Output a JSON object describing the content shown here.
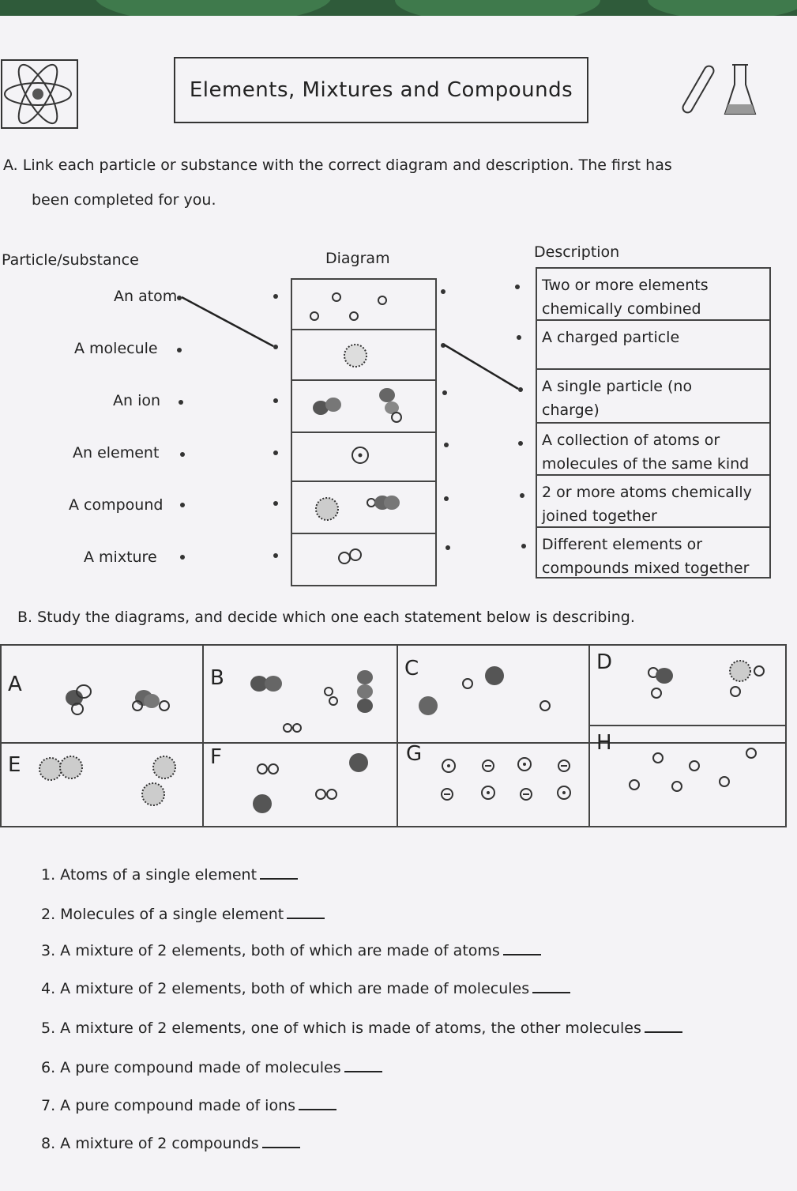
{
  "title": "Elements, Mixtures and Compounds",
  "section_a": {
    "instruction_line1": "A. Link each particle or substance with the correct diagram and description. The first has",
    "instruction_line2": "been completed for you.",
    "col_particle": "Particle/substance",
    "col_diagram": "Diagram",
    "col_description": "Description",
    "particles": [
      "An atom",
      "A molecule",
      "An ion",
      "An element",
      "A compound",
      "A mixture"
    ],
    "descriptions": [
      [
        "Two or more elements",
        "chemically combined"
      ],
      [
        "A charged particle",
        ""
      ],
      [
        "A single particle (no",
        "charge)"
      ],
      [
        "A collection of atoms or",
        "molecules of the same kind"
      ],
      [
        "2 or more atoms chemically",
        "joined together"
      ],
      [
        "Different elements or",
        "compounds mixed together"
      ]
    ]
  },
  "section_b": {
    "instruction": "B. Study the diagrams, and decide which one each statement below is describing.",
    "letters": [
      "A",
      "B",
      "C",
      "D",
      "E",
      "F",
      "G",
      "H"
    ]
  },
  "questions": [
    "1. Atoms of a single element",
    "2. Molecules of a single element",
    "3. A mixture of 2 elements, both of which are made of atoms",
    "4. A mixture of 2 elements, both of which are made of molecules",
    "5. A mixture of 2 elements, one of which is made of atoms, the other molecules",
    "6. A pure compound made of molecules",
    "7. A pure compound made of ions",
    "8. A mixture of 2 compounds"
  ],
  "icons": [
    "atom-icon",
    "flask-icon",
    "test-tube-icon"
  ]
}
